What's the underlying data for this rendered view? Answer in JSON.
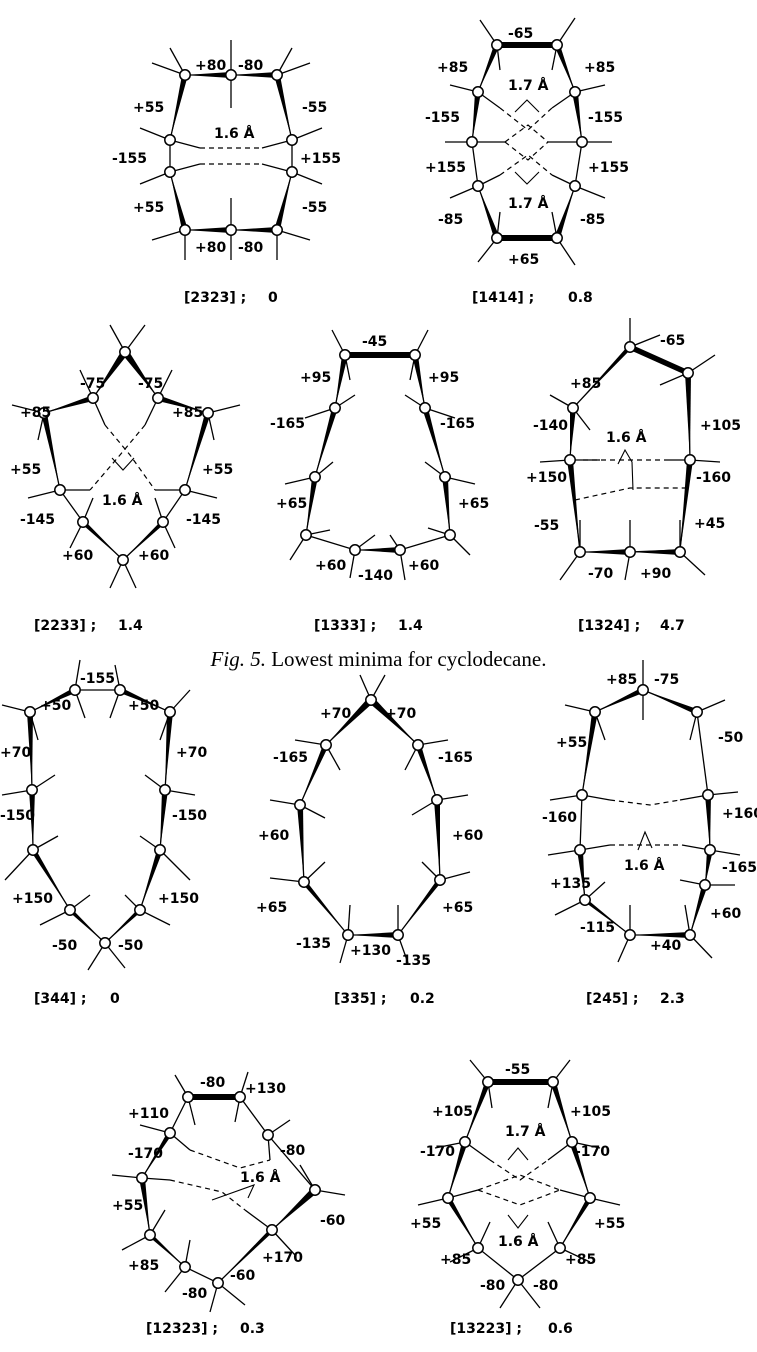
{
  "caption": {
    "figure": "Fig. 5.",
    "text": "Lowest minima for cyclodecane."
  },
  "structures": [
    {
      "label": "[2323] ;",
      "value": "0",
      "angles": [
        "+55",
        "+80",
        "-80",
        "-55",
        "+155",
        "-55",
        "-80",
        "+80",
        "+55",
        "-155"
      ],
      "contacts": [
        "1.6 Å"
      ]
    },
    {
      "label": "[1414] ;",
      "value": "0.8",
      "angles": [
        "-65",
        "+85",
        "-155",
        "+155",
        "-85",
        "+65",
        "-85",
        "+155",
        "-155",
        "+85"
      ],
      "contacts": [
        "1.7 Å",
        "1.7 Å"
      ]
    },
    {
      "label": "[2233] ;",
      "value": "1.4",
      "angles": [
        "-75",
        "+85",
        "+55",
        "-145",
        "+60",
        "+60",
        "-145",
        "+55",
        "+85",
        "-75"
      ],
      "contacts": [
        "1.6 Å"
      ]
    },
    {
      "label": "[1333] ;",
      "value": "1.4",
      "angles": [
        "-45",
        "+95",
        "-165",
        "+65",
        "+60",
        "-140",
        "+60",
        "+65",
        "-165",
        "+95"
      ],
      "contacts": []
    },
    {
      "label": "[1324] ;",
      "value": "4.7",
      "angles": [
        "-65",
        "+105",
        "-160",
        "+45",
        "+90",
        "-70",
        "-55",
        "+150",
        "-140",
        "+85"
      ],
      "contacts": [
        "1.6 Å"
      ]
    },
    {
      "label": "[344] ;",
      "value": "0",
      "angles": [
        "-155",
        "+50",
        "+70",
        "-150",
        "+150",
        "-50",
        "-50",
        "+150",
        "-150",
        "+70",
        "+50"
      ],
      "contacts": []
    },
    {
      "label": "[335] ;",
      "value": "0.2",
      "angles": [
        "+70",
        "-165",
        "+60",
        "+65",
        "-135",
        "+130",
        "-135",
        "+65",
        "+60",
        "-165",
        "+70"
      ],
      "contacts": []
    },
    {
      "label": "[245] ;",
      "value": "2.3",
      "angles": [
        "-75",
        "-50",
        "+160",
        "-165",
        "+60",
        "+40",
        "-115",
        "+135",
        "-160",
        "+55",
        "+85"
      ],
      "contacts": [
        "1.6 Å"
      ]
    },
    {
      "label": "[12323] ;",
      "value": "0.3",
      "angles": [
        "-80",
        "+130",
        "-80",
        "-60",
        "+170",
        "-60",
        "-80",
        "+85",
        "+55",
        "-170",
        "+110"
      ],
      "contacts": [
        "1.6 Å"
      ]
    },
    {
      "label": "[13223] ;",
      "value": "0.6",
      "angles": [
        "-55",
        "+105",
        "-170",
        "+55",
        "+85",
        "-80",
        "-80",
        "+85",
        "+55",
        "-170",
        "+105"
      ],
      "contacts": [
        "1.7 Å",
        "1.6 Å"
      ]
    }
  ]
}
